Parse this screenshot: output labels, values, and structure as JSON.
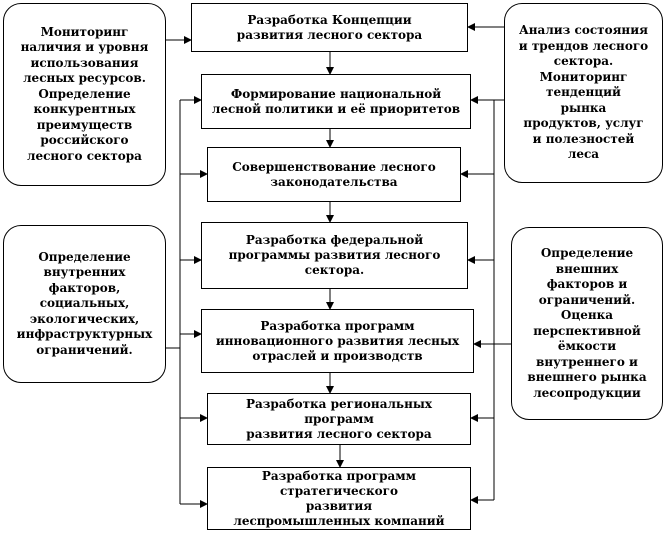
{
  "diagram": {
    "center": [
      {
        "id": "concept",
        "text": "Разработка Концепции\nразвития лесного сектора"
      },
      {
        "id": "policy",
        "text": "Формирование национальной\nлесной политики и её приоритетов"
      },
      {
        "id": "law",
        "text": "Совершенствование лесного\nзаконодательства"
      },
      {
        "id": "federal",
        "text": "Разработка федеральной\nпрограммы развития лесного\nсектора."
      },
      {
        "id": "innovation",
        "text": "Разработка программ\nинновационного развития  лесных\nотраслей и производств"
      },
      {
        "id": "regional",
        "text": "Разработка региональных программ\nразвития лесного сектора"
      },
      {
        "id": "strategic",
        "text": "Разработка программ стратегического\nразвития\nлеспромышленных компаний"
      }
    ],
    "sides": [
      {
        "id": "monitoring",
        "text": "Мониторинг\nналичия и уровня\nиспользования\nлесных ресурсов.\nОпределение\nконкурентных\nпреимуществ\nроссийского\nлесного сектора"
      },
      {
        "id": "analysis",
        "text": "Анализ состояния\nи трендов лесного\nсектора.\nМониторинг\nтенденций\nрынка\nпродуктов, услуг\nи полезностей\nлеса"
      },
      {
        "id": "internal",
        "text": "Определение\nвнутренних\nфакторов,\nсоциальных,\nэкологических,\nинфраструктурных\nограничений."
      },
      {
        "id": "external",
        "text": "Определение\nвнешних\nфакторов и\nограничений.\nОценка\nперспективной\nёмкости\nвнутреннего и\nвнешнего рынка\nлесопродукции"
      }
    ]
  }
}
